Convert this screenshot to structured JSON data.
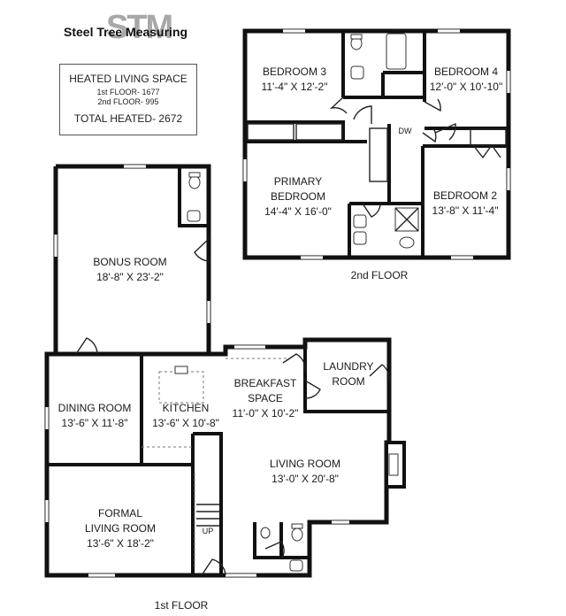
{
  "brand": {
    "name": "Steel Tree Measuring",
    "logo": "STM"
  },
  "summary": {
    "title": "HEATED LIVING SPACE",
    "first_floor": "1st FLOOR- 1677",
    "second_floor": "2nd FLOOR- 995",
    "total": "TOTAL HEATED- 2672"
  },
  "floors": {
    "first": {
      "label": "1st FLOOR",
      "rooms": {
        "bonus": {
          "name": "BONUS ROOM",
          "dim": "18'-8\" X 23'-2\""
        },
        "dining": {
          "name": "DINING ROOM",
          "dim": "13'-6\" X 11'-8\""
        },
        "kitchen": {
          "name": "KITCHEN",
          "dim": "13'-6\" X 10'-8\""
        },
        "breakfast": {
          "name1": "BREAKFAST",
          "name2": "SPACE",
          "dim": "11'-0\" X 10'-2\""
        },
        "laundry": {
          "name1": "LAUNDRY",
          "name2": "ROOM"
        },
        "living": {
          "name": "LIVING ROOM",
          "dim": "13'-0\" X 20'-8\""
        },
        "formal": {
          "name1": "FORMAL",
          "name2": "LIVING ROOM",
          "dim": "13'-6\" X 18'-2\""
        }
      },
      "stair_label": "UP"
    },
    "second": {
      "label": "2nd FLOOR",
      "rooms": {
        "bedroom3": {
          "name": "BEDROOM 3",
          "dim": "11'-4\" X 12'-2\""
        },
        "bedroom4": {
          "name": "BEDROOM 4",
          "dim": "12'-0\" X 10'-10\""
        },
        "primary": {
          "name1": "PRIMARY",
          "name2": "BEDROOM",
          "dim": "14'-4\" X 16'-0\""
        },
        "bedroom2": {
          "name": "BEDROOM 2",
          "dim": "13'-8\" X 11'-4\""
        }
      },
      "dw_label": "DW"
    }
  }
}
